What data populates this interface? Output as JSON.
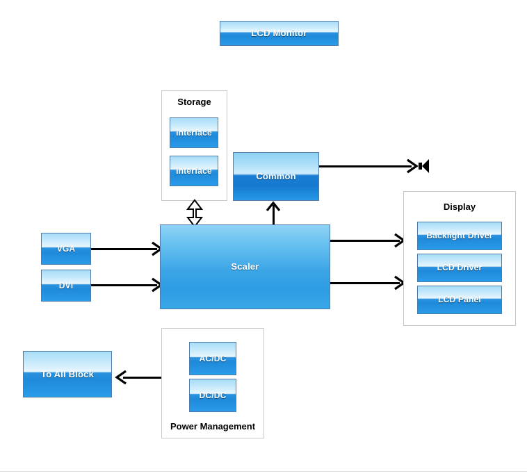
{
  "diagram": {
    "title": "LCD Monitor",
    "blocks": {
      "lcd_monitor": "LCD Monitor",
      "storage_title": "Storage",
      "interface_1": "Interface",
      "interface_2": "Interface",
      "common": "Common",
      "vga": "VGA",
      "dvi": "DVI",
      "scaler": "Scaler",
      "display_title": "Display",
      "backlight_driver": "Backlight Driver",
      "lcd_driver": "LCD Driver",
      "lcd_panel": "LCD Panel",
      "to_all_block": "To All Block",
      "acdc": "AC/DC",
      "dcdc": "DC/DC",
      "power_management_title": "Power Management"
    },
    "icons": {
      "speaker": "speaker-icon"
    },
    "colors": {
      "block_border": "#4f7ca8",
      "block_blue_light": "#a8ddf7",
      "block_blue_dark": "#1f8ada",
      "group_border": "#c9c9c9",
      "connector": "#000000",
      "text_on_block": "#ffffff",
      "text_label": "#000000",
      "background": "#ffffff"
    }
  }
}
